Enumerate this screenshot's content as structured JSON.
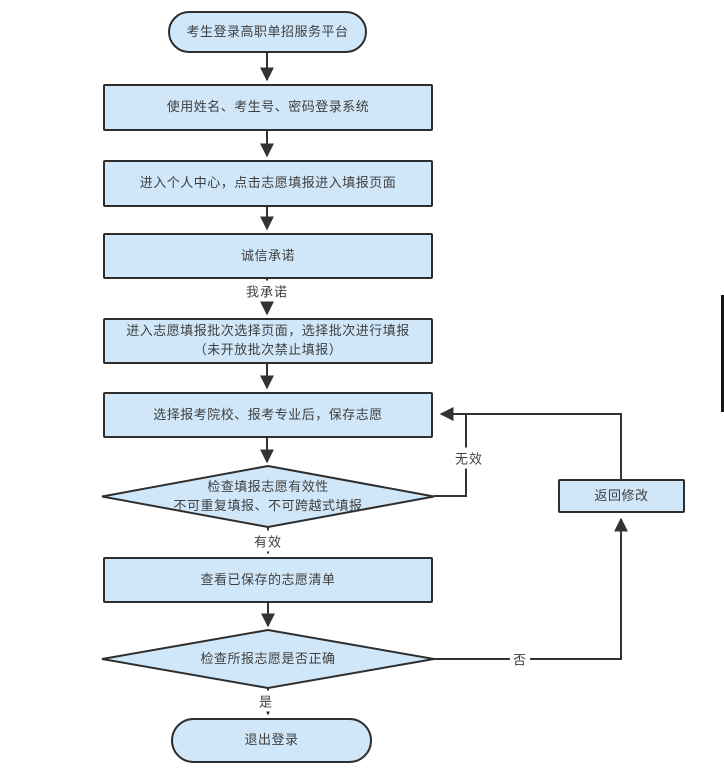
{
  "palette": {
    "node_fill": "#cfe7f9",
    "node_border": "#2e2e2e",
    "line_color": "#333333",
    "text_color": "#3f3f3f",
    "page_bg": "#ffffff"
  },
  "flowchart": {
    "nodes": {
      "start": {
        "shape": "stadium",
        "label": "考生登录高职单招服务平台"
      },
      "login": {
        "shape": "rect",
        "label": "使用姓名、考生号、密码登录系统"
      },
      "personal": {
        "shape": "rect",
        "label": "进入个人中心，点击志愿填报进入填报页面"
      },
      "integrity": {
        "shape": "rect",
        "label": "诚信承诺"
      },
      "batch": {
        "shape": "rect",
        "line1": "进入志愿填报批次选择页面，选择批次进行填报",
        "line2": "（未开放批次禁止填报）"
      },
      "school": {
        "shape": "rect",
        "label": "选择报考院校、报考专业后，保存志愿"
      },
      "validity": {
        "shape": "diamond",
        "line1": "检查填报志愿有效性",
        "line2": "不可重复填报、不可跨越式填报"
      },
      "list": {
        "shape": "rect",
        "label": "查看已保存的志愿清单"
      },
      "correct": {
        "shape": "diamond",
        "label": "检查所报志愿是否正确"
      },
      "logout": {
        "shape": "stadium",
        "label": "退出登录"
      },
      "return_modify": {
        "shape": "rect",
        "label": "返回修改"
      }
    },
    "edge_labels": {
      "promise": "我承诺",
      "valid": "有效",
      "invalid": "无效",
      "yes": "是",
      "no": "否"
    }
  }
}
